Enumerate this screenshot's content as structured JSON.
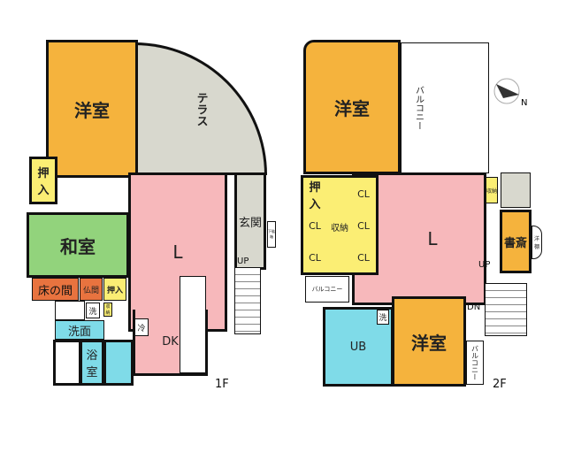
{
  "floor1": {
    "label": "1F",
    "rooms": {
      "western": "洋室",
      "closet": "押入",
      "terrace": "テラス",
      "living": "L",
      "japanese": "和室",
      "tokonoma": "床の間",
      "butsuma": "仏間",
      "closet2": "押入",
      "washroom": "洗面",
      "washer": "洗",
      "bath": "浴室",
      "entrance": "玄関",
      "shoe_box": "下駄箱",
      "dk": "DK",
      "fridge": "冷",
      "up": "UP",
      "storage": "収納"
    }
  },
  "floor2": {
    "label": "2F",
    "rooms": {
      "western": "洋室",
      "balcony": "バルコニー",
      "closet": "押入",
      "cl": "CL",
      "storage": "収納",
      "living": "L",
      "study": "書斎",
      "shelf": "洋棚",
      "up": "UP",
      "dn": "DN",
      "balcony_small": "バルコニー",
      "washer": "洗",
      "ub": "UB",
      "western2": "洋室",
      "balcony2": "バルコニー"
    }
  },
  "compass": {
    "north": "N"
  },
  "colors": {
    "western": "#f5b33d",
    "closet": "#fbee74",
    "living": "#f7b8bb",
    "japanese": "#92d37c",
    "tokonoma": "#e8733f",
    "wet": "#7fdbe8",
    "terrace": "#d8d8ce"
  }
}
